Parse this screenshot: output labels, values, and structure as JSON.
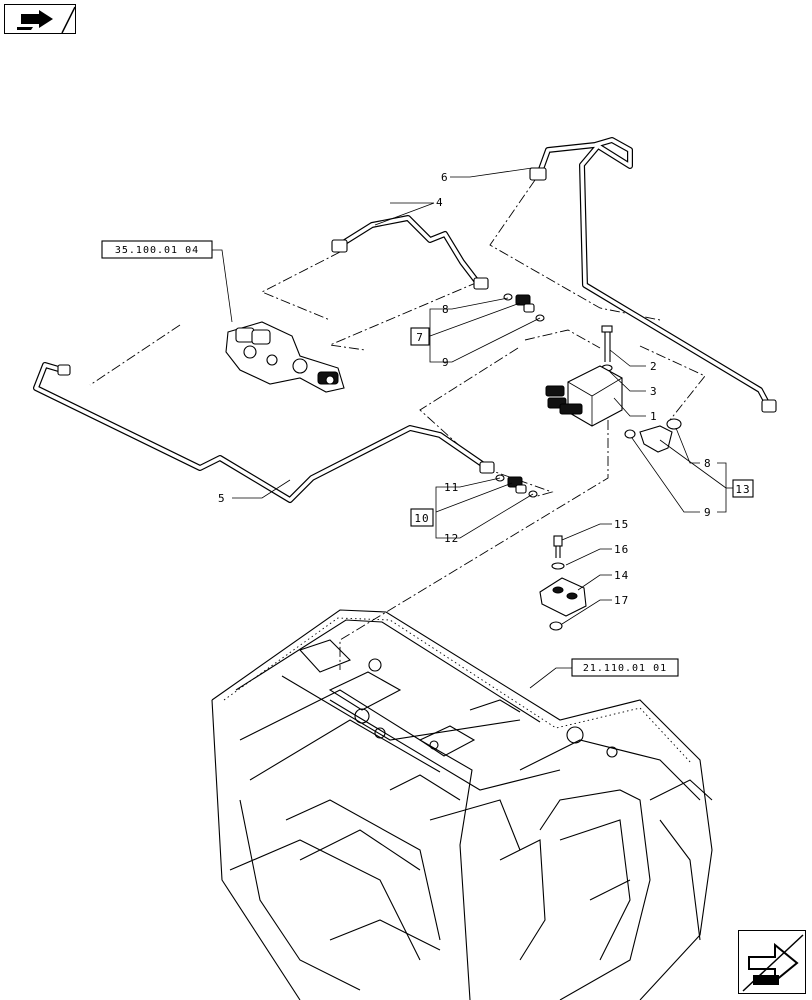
{
  "navigation": {
    "prev_icon": "arrow-left-icon",
    "next_icon": "arrow-right-icon"
  },
  "references": {
    "valve": "35.100.01 04",
    "housing": "21.110.01 01"
  },
  "group_labels": {
    "g7": "7",
    "g10": "10",
    "g13": "13"
  },
  "callouts": {
    "c1": "1",
    "c2": "2",
    "c3": "3",
    "c4": "4",
    "c5": "5",
    "c6": "6",
    "c8a": "8",
    "c9a": "9",
    "c8b": "8",
    "c9b": "9",
    "c11": "11",
    "c12": "12",
    "c14": "14",
    "c15": "15",
    "c16": "16",
    "c17": "17"
  }
}
